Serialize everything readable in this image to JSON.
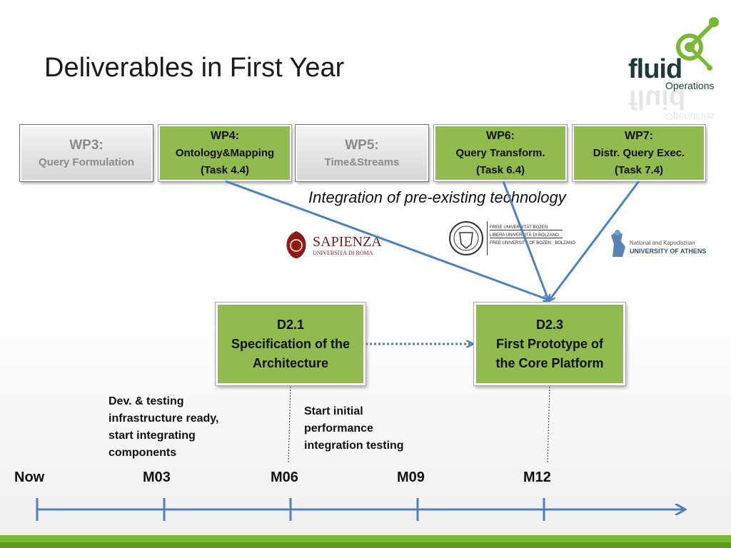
{
  "title": "Deliverables in First Year",
  "brand": {
    "name": "fluid",
    "sub": "Operations",
    "color": "#7ab934"
  },
  "work_packages": [
    {
      "id": "WP3:",
      "lines": [
        "Query Formulation"
      ],
      "state": "gray"
    },
    {
      "id": "WP4:",
      "lines": [
        "Ontology&Mapping",
        "(Task 4.4)"
      ],
      "state": "green"
    },
    {
      "id": "WP5:",
      "lines": [
        "Time&Streams"
      ],
      "state": "gray"
    },
    {
      "id": "WP6:",
      "lines": [
        "Query Transform.",
        "(Task 6.4)"
      ],
      "state": "green"
    },
    {
      "id": "WP7:",
      "lines": [
        "Distr. Query Exec.",
        "(Task 7.4)"
      ],
      "state": "green"
    }
  ],
  "integration_label": "Integration of pre-existing technology",
  "partners": {
    "sapienza": {
      "name": "SAPIENZA",
      "sub": "UNIVERSITÀ DI ROMA"
    },
    "bozen": {
      "lines": [
        "FREIE UNIVERSITÄT BOZEN",
        "LIBERA UNIVERSITÀ DI BOLZANO",
        "FREE UNIVERSITY OF BOZEN · BOLZANO"
      ]
    },
    "athens": {
      "lines": [
        "National and Kapodistrian",
        "UNIVERSITY OF ATHENS"
      ]
    }
  },
  "deliverables": [
    {
      "id": "D2.1",
      "lines": [
        "Specification of the",
        "Architecture"
      ]
    },
    {
      "id": "D2.3",
      "lines": [
        "First Prototype of",
        "the Core Platform"
      ]
    }
  ],
  "notes": {
    "m03": [
      "Dev. & testing",
      "infrastructure ready,",
      "start integrating",
      "components"
    ],
    "m06": [
      "Start initial",
      "performance",
      "integration testing"
    ]
  },
  "timeline": [
    "Now",
    "M03",
    "M06",
    "M09",
    "M12"
  ],
  "colors": {
    "green_box": "#92bb4f",
    "arrow": "#4f81bd",
    "bottom_bar": "#7ab934"
  }
}
